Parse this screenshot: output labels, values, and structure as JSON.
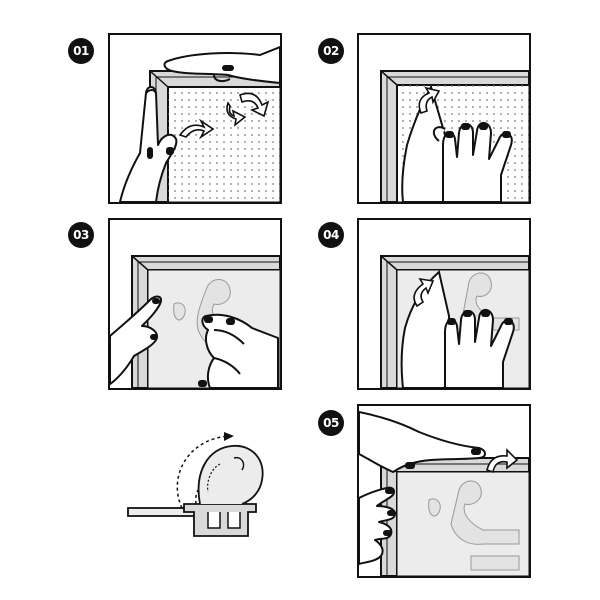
{
  "steps": [
    {
      "label": "01"
    },
    {
      "label": "02"
    },
    {
      "label": "03"
    },
    {
      "label": "04"
    },
    {
      "label": "05"
    }
  ],
  "colors": {
    "ink": "#111111",
    "frame": "#d9d9d9",
    "backing_dots": "#9a9a9a",
    "poster": "#ececec",
    "print": "#e3e3e3"
  },
  "icons": [
    "hand-icon",
    "curved-arrow-icon",
    "snap-frame-profile-icon"
  ]
}
